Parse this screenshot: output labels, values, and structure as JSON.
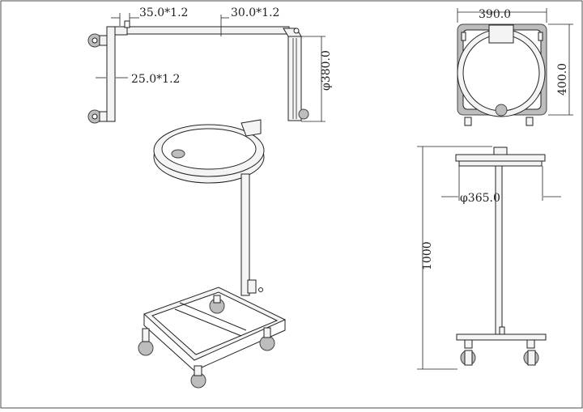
{
  "dimensions": {
    "tube_a": "35.0*1.2",
    "tube_b": "30.0*1.2",
    "tube_c": "25.0*1.2",
    "side_height": "φ380.0",
    "top_width": "390.0",
    "top_depth": "400.0",
    "ring_diameter": "φ365.0",
    "total_height": "1000"
  },
  "colors": {
    "line": "#222222",
    "paper": "#ffffff",
    "frame": "#bdbdbd"
  }
}
